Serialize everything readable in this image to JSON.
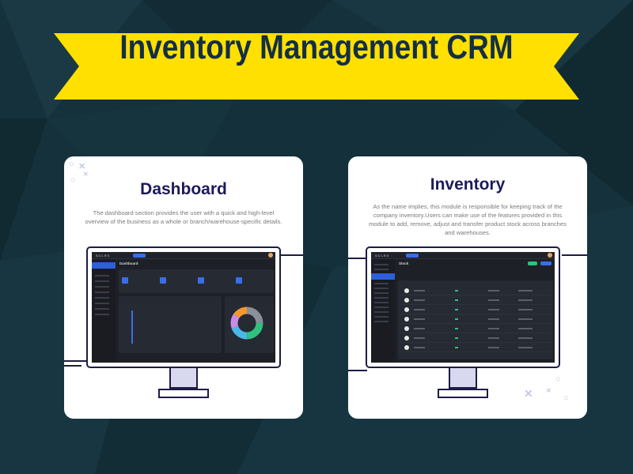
{
  "banner": {
    "title": "Inventory Management CRM",
    "color": "#ffe000"
  },
  "dashboard_card": {
    "heading": "Dashboard",
    "description": "The dashboard section provides the user with a quick and high-level overview of the business as a whole or branch/warehouse-specific details."
  },
  "inventory_card": {
    "heading": "Inventory",
    "description": "As the name implies, this module is responsible for keeping track of the company inventory.Users can make use of the features provided in this module to add, remove, adjust and transfer product stock across branches and warehouses."
  },
  "screens": {
    "dashboard_screen": {
      "logo": "SCLEX",
      "page_title": "Dashboard"
    },
    "inventory_screen": {
      "logo": "SCLEX",
      "page_title": "Stock"
    }
  },
  "colors": {
    "background": "#14303a",
    "card": "#ffffff",
    "heading": "#1b1b5a",
    "accent_blue": "#3a6ee8",
    "donut": [
      "#8a8f99",
      "#2ec27e",
      "#48b8e8",
      "#c98be3",
      "#f2992e"
    ]
  }
}
